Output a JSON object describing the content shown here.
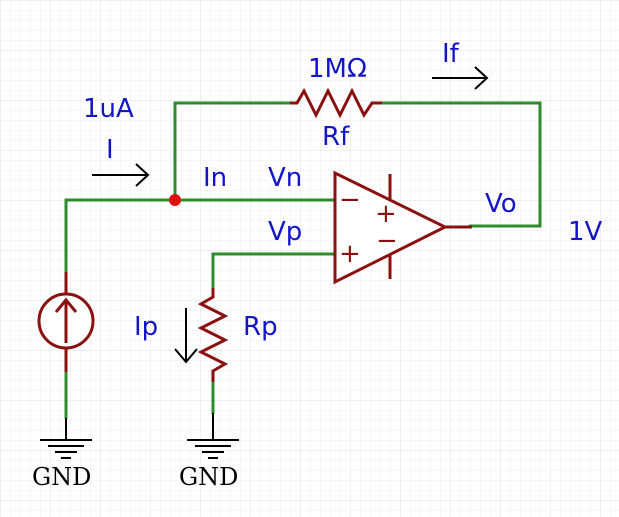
{
  "colors": {
    "grid": "#e6e6e6",
    "wire": "#2e8b2e",
    "component": "#8b1010",
    "label": "#1414c8",
    "arrow": "#000000",
    "junction": "#e01010",
    "ground_text": "#000000"
  },
  "labels": {
    "source_current": "1uA",
    "i": "I",
    "in": "In",
    "vn": "Vn",
    "vp": "Vp",
    "rf_value": "1MΩ",
    "rf": "Rf",
    "if": "If",
    "vo": "Vo",
    "vout_value": "1V",
    "ip": "Ip",
    "rp": "Rp"
  },
  "grounds": {
    "left": "GND",
    "right": "GND"
  },
  "opamp": {
    "inverting_sign": "−",
    "noninverting_sign": "+",
    "supply_plus_sign": "+",
    "supply_minus_sign": "−"
  }
}
